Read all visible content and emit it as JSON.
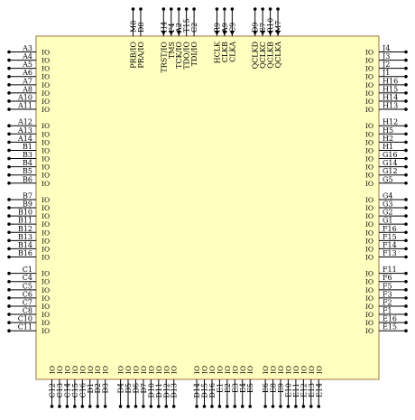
{
  "colors": {
    "body": "#ffffc0",
    "outline": "#b08a5a",
    "pin": "#000000"
  },
  "io_label": "IO",
  "pins": {
    "left": [
      {
        "name": "A3",
        "io": true
      },
      {
        "name": "A4",
        "io": true
      },
      {
        "name": "A5",
        "io": true
      },
      {
        "name": "A6",
        "io": true
      },
      {
        "name": "A7",
        "io": true
      },
      {
        "name": "A8",
        "io": true
      },
      {
        "name": "A10",
        "io": true
      },
      {
        "name": "A11",
        "io": true
      },
      {
        "gap": true
      },
      {
        "name": "A12",
        "io": true
      },
      {
        "name": "A13",
        "io": true
      },
      {
        "name": "A14",
        "io": true
      },
      {
        "name": "B1",
        "io": true
      },
      {
        "name": "B3",
        "io": true
      },
      {
        "name": "B4",
        "io": true
      },
      {
        "name": "B5",
        "io": true
      },
      {
        "name": "B6",
        "io": true
      },
      {
        "gap": true
      },
      {
        "name": "B7",
        "io": true
      },
      {
        "name": "B9",
        "io": true
      },
      {
        "name": "B10",
        "io": true
      },
      {
        "name": "B11",
        "io": true
      },
      {
        "name": "B12",
        "io": true
      },
      {
        "name": "B13",
        "io": true
      },
      {
        "name": "B14",
        "io": true
      },
      {
        "name": "B16",
        "io": true
      },
      {
        "gap": true
      },
      {
        "name": "C1",
        "io": true
      },
      {
        "name": "C4",
        "io": true
      },
      {
        "name": "C5",
        "io": true
      },
      {
        "name": "C6",
        "io": true
      },
      {
        "name": "C7",
        "io": true
      },
      {
        "name": "C8",
        "io": true
      },
      {
        "name": "C10",
        "io": true
      },
      {
        "name": "C11",
        "io": true
      }
    ],
    "right": [
      {
        "name": "J4",
        "io": true
      },
      {
        "name": "J3",
        "io": true
      },
      {
        "name": "J2",
        "io": true
      },
      {
        "name": "J1",
        "io": true
      },
      {
        "name": "H16",
        "io": true
      },
      {
        "name": "H15",
        "io": true
      },
      {
        "name": "H14",
        "io": true
      },
      {
        "name": "H13",
        "io": true
      },
      {
        "gap": true
      },
      {
        "name": "H12",
        "io": true
      },
      {
        "name": "H5",
        "io": true
      },
      {
        "name": "H2",
        "io": true
      },
      {
        "name": "H1",
        "io": true
      },
      {
        "name": "G16",
        "io": true
      },
      {
        "name": "G14",
        "io": true
      },
      {
        "name": "G12",
        "io": true
      },
      {
        "name": "G5",
        "io": true
      },
      {
        "gap": true
      },
      {
        "name": "G4",
        "io": true
      },
      {
        "name": "G3",
        "io": true
      },
      {
        "name": "G2",
        "io": true
      },
      {
        "name": "G1",
        "io": true
      },
      {
        "name": "F16",
        "io": true
      },
      {
        "name": "F15",
        "io": true
      },
      {
        "name": "F14",
        "io": true
      },
      {
        "name": "F13",
        "io": true
      },
      {
        "gap": true
      },
      {
        "name": "F11",
        "io": true
      },
      {
        "name": "F6",
        "io": true
      },
      {
        "name": "F5",
        "io": true
      },
      {
        "name": "F3",
        "io": true
      },
      {
        "name": "F2",
        "io": true
      },
      {
        "name": "F1",
        "io": true
      },
      {
        "name": "E16",
        "io": true
      },
      {
        "name": "E15",
        "io": true
      }
    ],
    "top": [
      {
        "name": "M8",
        "func": "PRB/IO"
      },
      {
        "name": "D8",
        "func": "PRA/IO"
      },
      {
        "gap": true
      },
      {
        "gap": true
      },
      {
        "name": "H4",
        "func": "TRST/IO",
        "arrow": "in"
      },
      {
        "name": "F4",
        "func": "TMS",
        "arrow": "in"
      },
      {
        "name": "A2",
        "func": "TCK/IO",
        "arrow": "in"
      },
      {
        "name": "T15",
        "func": "TDO/IO"
      },
      {
        "name": "C2",
        "func": "TDI/IO"
      },
      {
        "gap": true
      },
      {
        "gap": true
      },
      {
        "name": "R9",
        "func": "HCLK",
        "arrow": "in"
      },
      {
        "name": "A9",
        "func": "CLKB",
        "arrow": "in"
      },
      {
        "name": "C9",
        "func": "CLKA",
        "arrow": "in"
      },
      {
        "gap": true
      },
      {
        "gap": true
      },
      {
        "name": "D9",
        "func": "QCLKD",
        "arrow": "in"
      },
      {
        "name": "E7",
        "func": "QCLKC",
        "arrow": "in"
      },
      {
        "name": "R10",
        "func": "QCLKB",
        "arrow": "in"
      },
      {
        "name": "M7",
        "func": "QCLKA",
        "arrow": "in"
      }
    ],
    "bottom": [
      {
        "name": "C12",
        "io": true
      },
      {
        "name": "C13",
        "io": true
      },
      {
        "name": "C14",
        "io": true
      },
      {
        "name": "C15",
        "io": true
      },
      {
        "name": "C16",
        "io": true
      },
      {
        "name": "D1",
        "io": true
      },
      {
        "name": "D2",
        "io": true
      },
      {
        "name": "D3",
        "io": true
      },
      {
        "gap": true
      },
      {
        "name": "D4",
        "io": true
      },
      {
        "name": "D5",
        "io": true
      },
      {
        "name": "D6",
        "io": true
      },
      {
        "name": "D7",
        "io": true
      },
      {
        "name": "D10",
        "io": true
      },
      {
        "name": "D11",
        "io": true
      },
      {
        "name": "D12",
        "io": true
      },
      {
        "name": "D13",
        "io": true
      },
      {
        "gap": true
      },
      {
        "gap": true
      },
      {
        "name": "D14",
        "io": true
      },
      {
        "name": "D15",
        "io": true
      },
      {
        "name": "D16",
        "io": true
      },
      {
        "name": "E1",
        "io": true
      },
      {
        "name": "E2",
        "io": true
      },
      {
        "name": "E3",
        "io": true
      },
      {
        "name": "E4",
        "io": true
      },
      {
        "name": "E5",
        "io": true
      },
      {
        "gap": true
      },
      {
        "name": "E6",
        "io": true
      },
      {
        "name": "E8",
        "io": true
      },
      {
        "name": "E9",
        "io": true
      },
      {
        "name": "E10",
        "io": true
      },
      {
        "name": "E11",
        "io": true
      },
      {
        "name": "E12",
        "io": true
      },
      {
        "name": "E13",
        "io": true
      },
      {
        "name": "E14",
        "io": true
      }
    ]
  }
}
